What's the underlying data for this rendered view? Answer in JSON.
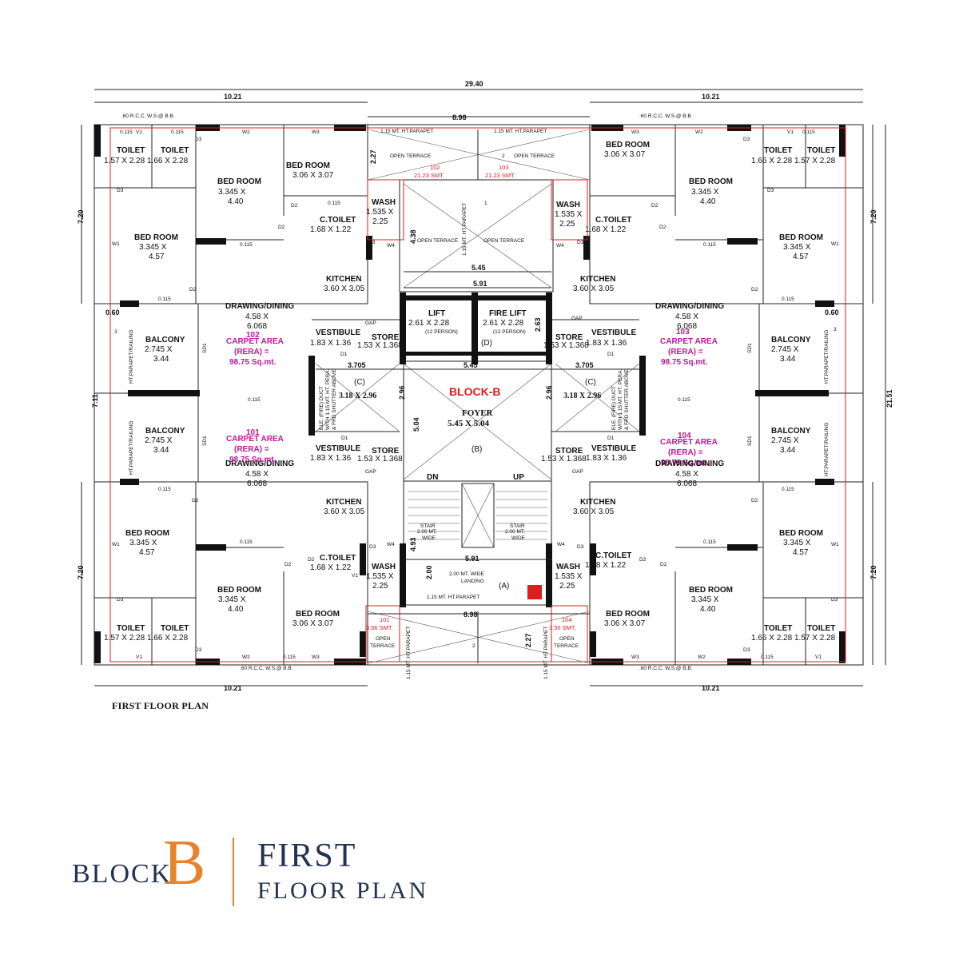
{
  "plan": {
    "caption": "FIRST FLOOR PLAN",
    "block_label": "BLOCK-B",
    "overall_width": "29.40",
    "overall_height": "21.51",
    "wing_width": "10.21",
    "core_top": "8.98",
    "core_bottom": "8.98",
    "wing_height": "7.20",
    "mid_height": "7.11",
    "top_parapet": "1.15 MT. HT.PARAPET",
    "rcc_note": ".60 R.C.C. W.S.@ B.B.",
    "open_terrace": "OPEN TERRACE",
    "terrace_102": "102",
    "terrace_102_area": "21.23 SMT.",
    "terrace_103": "103",
    "terrace_103_area": "21.23 SMT.",
    "terrace_101": "101",
    "terrace_101_area": "3.56 SMT.",
    "terrace_104": "104",
    "terrace_104_area": "3.56 SMT.",
    "toilet": "TOILET",
    "toilet_a": "1.57 X 2.28",
    "toilet_b": "1.66 X 2.28",
    "bed_room": "BED ROOM",
    "bed_a1": "3.345 X",
    "bed_a2": "4.40",
    "bed_b1": "3.345 X",
    "bed_b2": "4.57",
    "bed_c": "3.06 X 3.07",
    "wash": "WASH",
    "wash_a1": "1.535 X",
    "wash_a2": "2.25",
    "ctoilet": "C.TOILET",
    "ctoilet_size": "1.68 X 1.22",
    "kitchen": "KITCHEN",
    "kitchen_size": "3.60 X 3.05",
    "drawing": "DRAWING/DINING",
    "drawing_1": "4.58 X",
    "drawing_2": "6.068",
    "carpet": "CARPET AREA",
    "rera": "(RERA) =",
    "carpet_val": "98.75 Sq.mt.",
    "unit_101": "101",
    "unit_102": "102",
    "unit_103": "103",
    "unit_104": "104",
    "balcony": "BALCONY",
    "balcony_1": "2.745 X",
    "balcony_2": "3.44",
    "vestibule": "VESTIBULE",
    "vestibule_size": "1.83 X 1.36",
    "store": "STORE",
    "store_size": "1.53 X 1.368",
    "lift": "LIFT",
    "lift_size": "2.61 X 2.28",
    "lift_cap": "(12 PERSON)",
    "fire_lift": "FIRE LIFT",
    "foyer": "FOYER",
    "foyer_size": "5.45 X 5.04",
    "lobby_size": "3.18 X 2.96",
    "dn": "DN",
    "up": "UP",
    "stair": "STAIR",
    "stair_w": "2.00 MT.",
    "wide": "WIDE",
    "landing_1": "2.00 MT. WIDE",
    "landing_2": "LANDING",
    "parapet_short": "1.15 MT. HT.PARAPET",
    "dim_545": "5.45",
    "dim_591": "5.91",
    "dim_3705": "3.705",
    "dim_296": "2.96",
    "dim_504": "5.04",
    "dim_227": "2.27",
    "dim_263": "2.63",
    "dim_438": "4.38",
    "dim_060": "0.60",
    "dim_0115": "0.115",
    "label_a": "(A)",
    "label_b": "(B)",
    "label_c": "(C)",
    "label_d": "(D)",
    "label_1": "1",
    "label_2": "2",
    "label_3": "3",
    "frd": "FRD",
    "gap": "GAP",
    "d1": "D1",
    "d2": "D2",
    "d3": "D3",
    "sd1": "SD1",
    "w1": "W1",
    "w2": "W2",
    "w3": "W3",
    "w4": "W4",
    "v1": "V1",
    "railing": "HT.PARAPET/RAILING",
    "ele_duct": "ELE. (FIRE) DUCT",
    "duct_note": "WITH 1.15 MT. HT. PERA.",
    "shutter_note": "& FRD SHUTTER ABOVE"
  },
  "footer": {
    "block_word": "BLOCK",
    "block_letter": "B",
    "line1": "FIRST",
    "line2": "FLOOR PLAN",
    "navy": "#23324f",
    "orange": "#e6832b"
  }
}
